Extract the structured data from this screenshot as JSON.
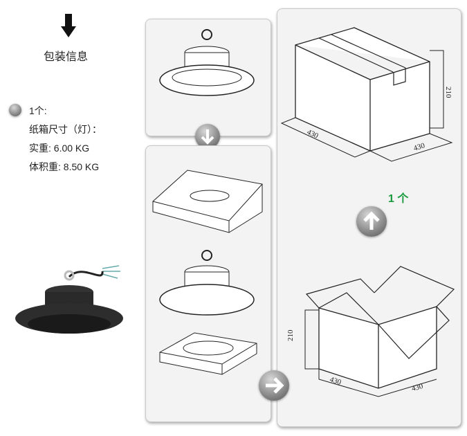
{
  "header": {
    "title": "包装信息",
    "arrow_icon": "down-arrow-icon"
  },
  "info": {
    "count": "1个:",
    "carton_size_label": "纸箱尺寸（灯）：",
    "net_weight": "实重: 6.00 KG",
    "volume_weight": "体积重: 8.50 KG"
  },
  "box": {
    "length": "430",
    "width": "430",
    "height": "210"
  },
  "quantity_label": "1 个",
  "colors": {
    "accent_green": "#1a9a3e",
    "panel_bg": "#f3f3f3"
  }
}
